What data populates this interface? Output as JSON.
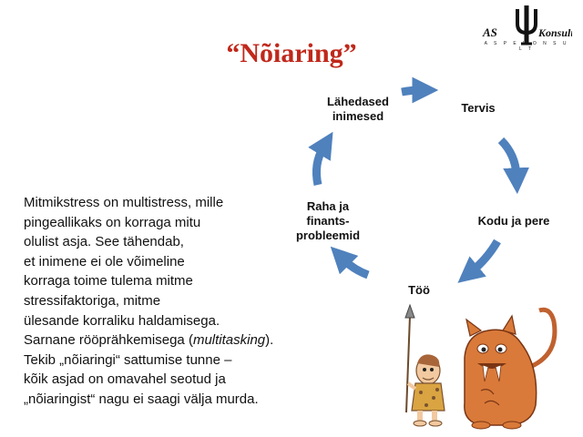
{
  "slide": {
    "title": "“Nõiaring”",
    "logo": {
      "script_text": "AS PE Konsult",
      "caption": "A S  P E  K O N S U L T"
    }
  },
  "cycle": {
    "nodes": [
      {
        "id": "lahedased",
        "label_line1": "Lähedased",
        "label_line2": "inimesed"
      },
      {
        "id": "tervis",
        "label": "Tervis"
      },
      {
        "id": "kodu",
        "label": "Kodu ja pere"
      },
      {
        "id": "too",
        "label": "Töö"
      },
      {
        "id": "raha",
        "label_line1": "Raha ja",
        "label_line2": "finants-",
        "label_line3": "probleemid"
      }
    ],
    "arrow_color": "#4f81bd"
  },
  "body": {
    "lines": [
      "Mitmikstress on multistress, mille",
      "pingeallikaks on korraga mitu",
      "olulist asja. See tähendab,",
      "et inimene ei ole võimeline",
      "korraga toime tulema mitme",
      "stressifaktoriga, mitme",
      "ülesande korraliku haldamisega."
    ],
    "line8_before": "Sarnane rööprähkemisega (",
    "line8_italic": "multitasking",
    "line8_after": ").",
    "lines_tail": [
      "Tekib „nõiaringi“ sattumise tunne –",
      "kõik asjad on omavahel seotud ja",
      "„nõiaringist“ nagu ei saagi välja murda."
    ]
  },
  "colors": {
    "title": "#c0281b",
    "arrow": "#4f81bd",
    "text": "#111111"
  }
}
